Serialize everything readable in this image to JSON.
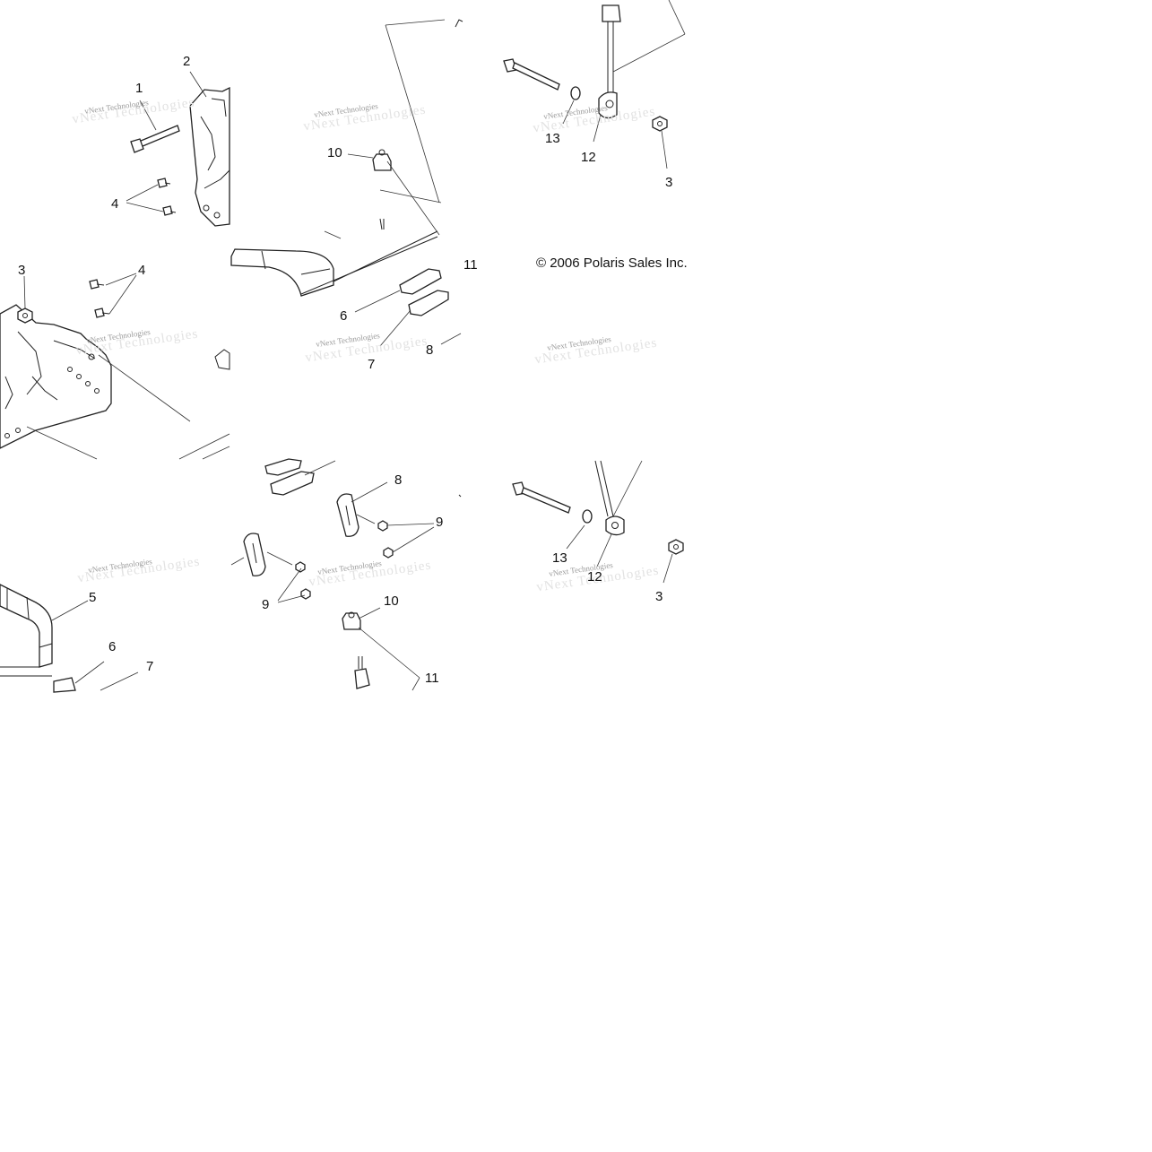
{
  "copyright": "© 2006 Polaris Sales Inc.",
  "watermark": "vNext Technologies",
  "callouts": [
    {
      "id": "c-1",
      "text": "1"
    },
    {
      "id": "c-2",
      "text": "2"
    },
    {
      "id": "c-4a",
      "text": "4"
    },
    {
      "id": "c-3a",
      "text": "3"
    },
    {
      "id": "c-4b",
      "text": "4"
    },
    {
      "id": "c-10a",
      "text": "10"
    },
    {
      "id": "c-11a",
      "text": "11"
    },
    {
      "id": "c-6a",
      "text": "6"
    },
    {
      "id": "c-7a",
      "text": "7"
    },
    {
      "id": "c-8a",
      "text": "8"
    },
    {
      "id": "c-13a",
      "text": "13"
    },
    {
      "id": "c-12a",
      "text": "12"
    },
    {
      "id": "c-3b",
      "text": "3"
    },
    {
      "id": "c-5",
      "text": "5"
    },
    {
      "id": "c-6b",
      "text": "6"
    },
    {
      "id": "c-7b",
      "text": "7"
    },
    {
      "id": "c-8b",
      "text": "8"
    },
    {
      "id": "c-9a",
      "text": "9"
    },
    {
      "id": "c-9b",
      "text": "9"
    },
    {
      "id": "c-10b",
      "text": "10"
    },
    {
      "id": "c-11b",
      "text": "11"
    },
    {
      "id": "c-13b",
      "text": "13"
    },
    {
      "id": "c-12b",
      "text": "12"
    },
    {
      "id": "c-3c",
      "text": "3"
    }
  ]
}
